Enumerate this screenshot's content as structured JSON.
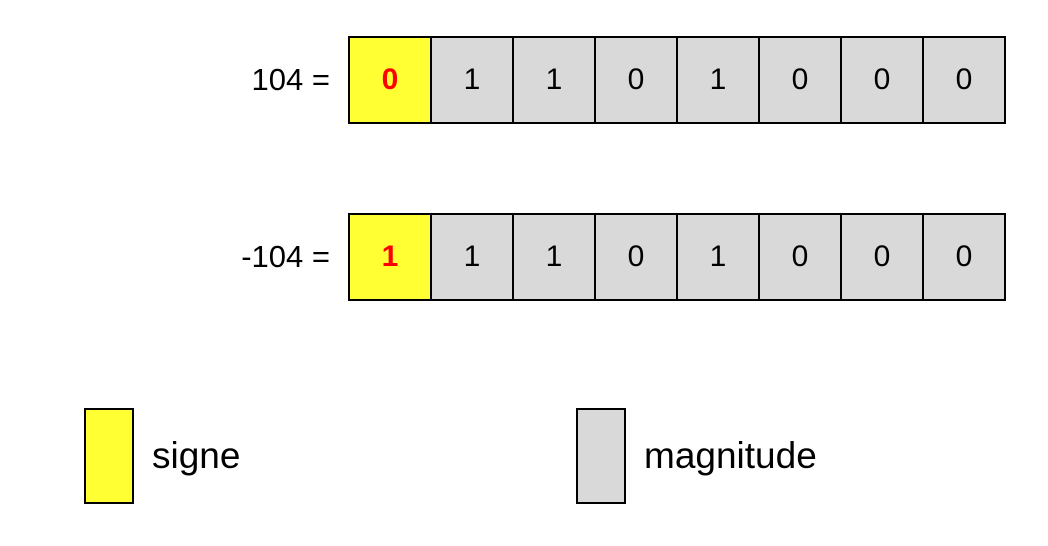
{
  "colors": {
    "sign_fill": "#ffff33",
    "sign_text": "#ff0000",
    "magnitude_fill": "#d9d9d9",
    "border": "#000000"
  },
  "rows": [
    {
      "label": "104 =",
      "sign_bit": "0",
      "magnitude_bits": [
        "1",
        "1",
        "0",
        "1",
        "0",
        "0",
        "0"
      ]
    },
    {
      "label": "-104 =",
      "sign_bit": "1",
      "magnitude_bits": [
        "1",
        "1",
        "0",
        "1",
        "0",
        "0",
        "0"
      ]
    }
  ],
  "legend": {
    "sign_label": "signe",
    "magnitude_label": "magnitude"
  }
}
